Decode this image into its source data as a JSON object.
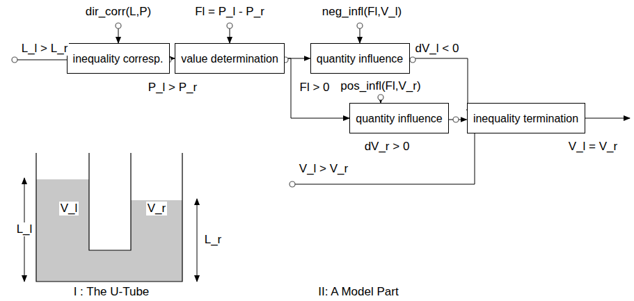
{
  "diagram": {
    "nodes": [
      {
        "text": [
          "inequality corresp."
        ]
      },
      {
        "text": [
          "value determination"
        ]
      },
      {
        "text": [
          "quantity influence"
        ]
      },
      {
        "text": [
          "quantity influence"
        ]
      },
      {
        "text": [
          "inequality termination"
        ]
      }
    ],
    "edges": [
      {
        "from": 0,
        "to": 1,
        "arrow": "to"
      },
      {
        "from": 1,
        "to": 2,
        "arrow": "to"
      },
      {
        "from": 1,
        "to": 3,
        "arrow": "to"
      },
      {
        "from": 2,
        "to": 4,
        "arrow": "to"
      },
      {
        "from": 3,
        "to": 4,
        "arrow": "to"
      }
    ],
    "labels": [
      "dir_corr(L,P)",
      "Fl = P_l - P_r",
      "neg_infl(Fl,V_l)",
      "L_l > L_r",
      "P_l > P_r",
      "Fl > 0",
      "dV_l < 0",
      "pos_infl(Fl,V_r)",
      "dV_r > 0",
      "V_l = V_r",
      "V_l > V_r",
      "L_l",
      "V_l",
      "V_r",
      "L_r",
      "I : The U-Tube",
      "II: A Model Part"
    ]
  }
}
